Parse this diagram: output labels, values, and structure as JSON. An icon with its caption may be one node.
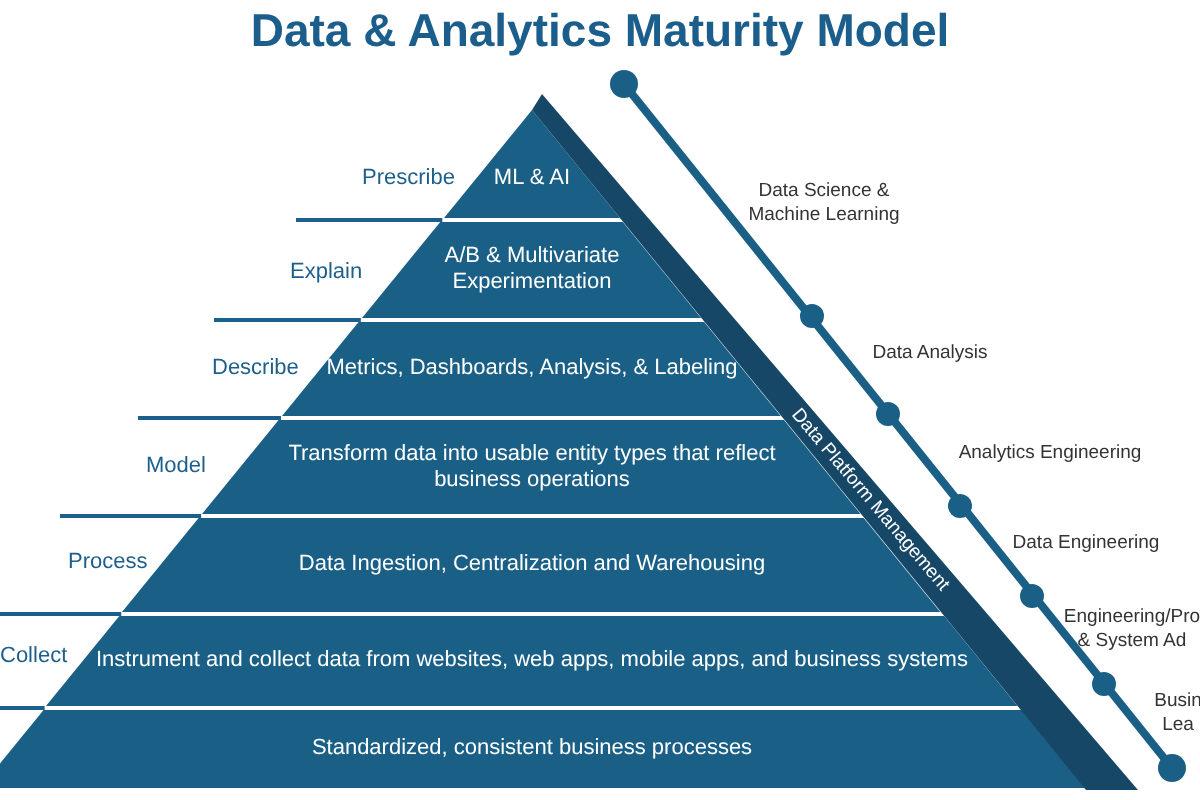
{
  "diagram": {
    "title": "Data & Analytics Maturity Model",
    "nodes": [
      {
        "text": [
          "ML & AI"
        ],
        "beside": [
          "Prescribe"
        ]
      },
      {
        "text": [
          "A/B & Multivariate Experimentation"
        ],
        "beside": [
          "Explain"
        ]
      },
      {
        "text": [
          "Metrics, Dashboards, Analysis, & Labeling"
        ],
        "beside": [
          "Describe"
        ]
      },
      {
        "text": [
          "Transform data into usable entity types that reflect business operations"
        ],
        "beside": [
          "Model"
        ]
      },
      {
        "text": [
          "Data Ingestion, Centralization and Warehousing"
        ],
        "beside": [
          "Process"
        ]
      },
      {
        "text": [
          "Instrument and collect data from websites, web apps, mobile apps, and business systems"
        ],
        "beside": [
          "Collect"
        ]
      },
      {
        "text": [
          "Standardized, consistent business processes"
        ]
      },
      {
        "text": [
          "Data Platform Management"
        ]
      }
    ],
    "labels": [
      "Data Science & Machine Learning",
      "Data Analysis",
      "Analytics Engineering",
      "Data Engineering",
      "Engineering/Pro & System Ad",
      "Busin Lea"
    ]
  }
}
